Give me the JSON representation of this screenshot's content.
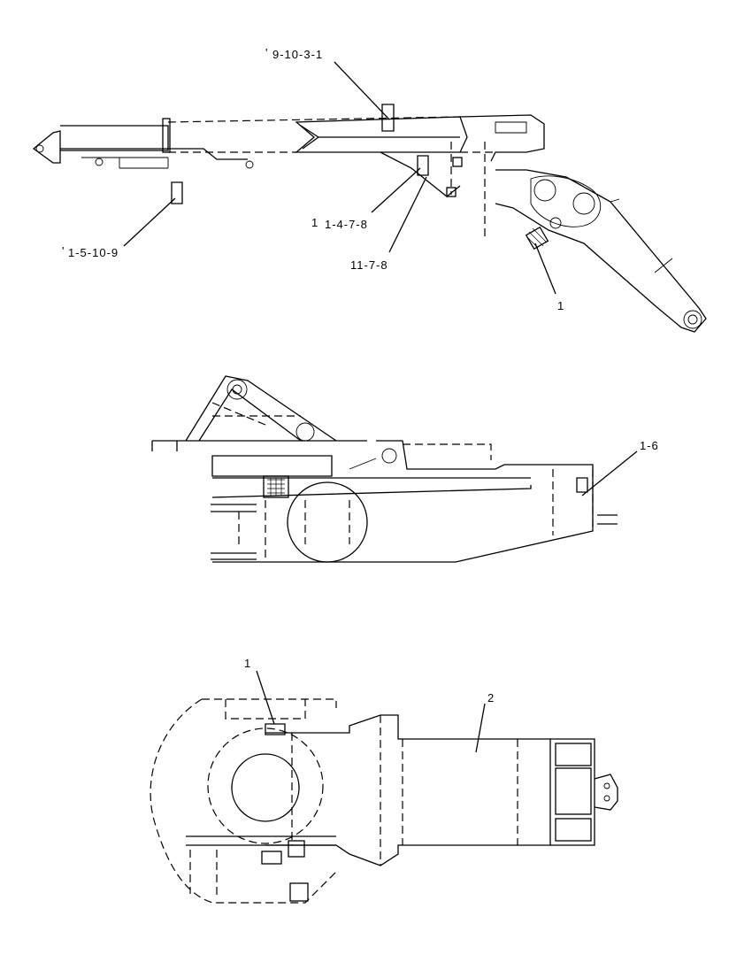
{
  "views": {
    "top": {
      "callouts": [
        {
          "id": "c1",
          "text": "9-10-3-1",
          "tick": "'"
        },
        {
          "id": "c2",
          "text": "1-5-10-9",
          "tick": "'"
        },
        {
          "id": "c3",
          "text": "1-4-7-8",
          "tick": "1"
        },
        {
          "id": "c4",
          "text": "11-7-8"
        },
        {
          "id": "c5",
          "text": "1"
        }
      ]
    },
    "middle": {
      "callouts": [
        {
          "id": "c6",
          "text": "1-6"
        }
      ]
    },
    "bottom": {
      "callouts": [
        {
          "id": "c7",
          "text": "1"
        },
        {
          "id": "c8",
          "text": "2"
        }
      ]
    }
  }
}
